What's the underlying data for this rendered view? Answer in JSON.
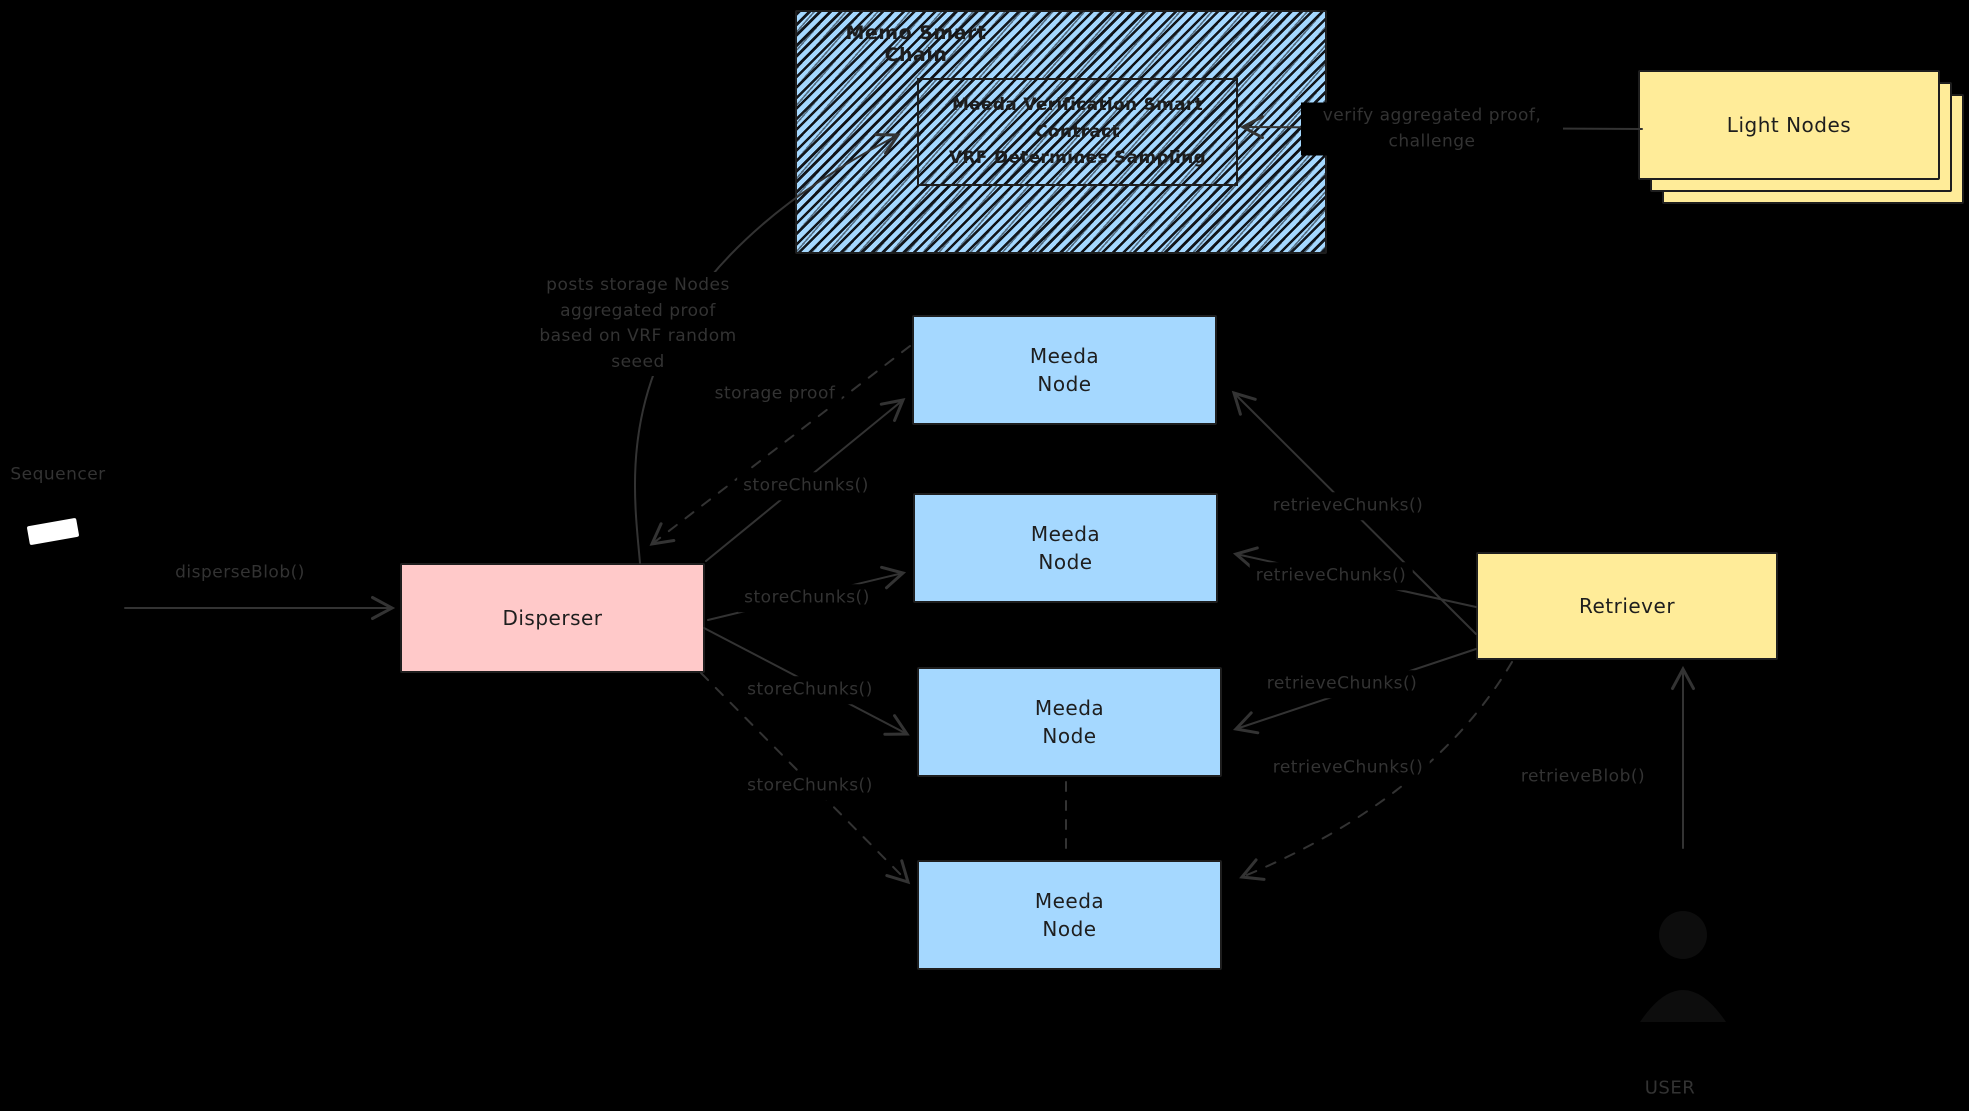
{
  "colors": {
    "background": "#000000",
    "node_blue": "#a5d8ff",
    "disperser_pink": "#ffc9c9",
    "retriever_yellow": "#ffec99",
    "shape_stroke": "#1e1e1e",
    "edge_label_gray": "#333333",
    "sequencer_icon_white": "#ffffff"
  },
  "chain": {
    "title": "Memo Smart Chain",
    "contract_lines": [
      "Meeda Verification Smart",
      "Contract",
      "VRF Determines Sampling"
    ]
  },
  "light_nodes": {
    "label": "Light Nodes"
  },
  "sequencer": {
    "label": "Sequencer"
  },
  "disperser": {
    "label": "Disperser"
  },
  "retriever": {
    "label": "Retriever"
  },
  "meeda_nodes": [
    {
      "line1": "Meeda",
      "line2": "Node"
    },
    {
      "line1": "Meeda",
      "line2": "Node"
    },
    {
      "line1": "Meeda",
      "line2": "Node"
    },
    {
      "line1": "Meeda",
      "line2": "Node"
    }
  ],
  "edges": {
    "disperse_blob": "disperseBlob()",
    "store_chunks": [
      "storeChunks()",
      "storeChunks()",
      "storeChunks()",
      "storeChunks()"
    ],
    "retrieve_chunks": [
      "retrieveChunks()",
      "retrieveChunks()",
      "retrieveChunks()",
      "retrieveChunks()"
    ],
    "storage_proof": "storage proof",
    "retrieve_blob": "retrieveBlob()",
    "verify": {
      "line1": "verify aggregated proof,",
      "line2": "challenge"
    },
    "posts_proof": {
      "line1": "posts storage Nodes",
      "line2": "aggregated proof",
      "line3": "based on VRF random",
      "line4": "seeed"
    },
    "user": "USER"
  }
}
